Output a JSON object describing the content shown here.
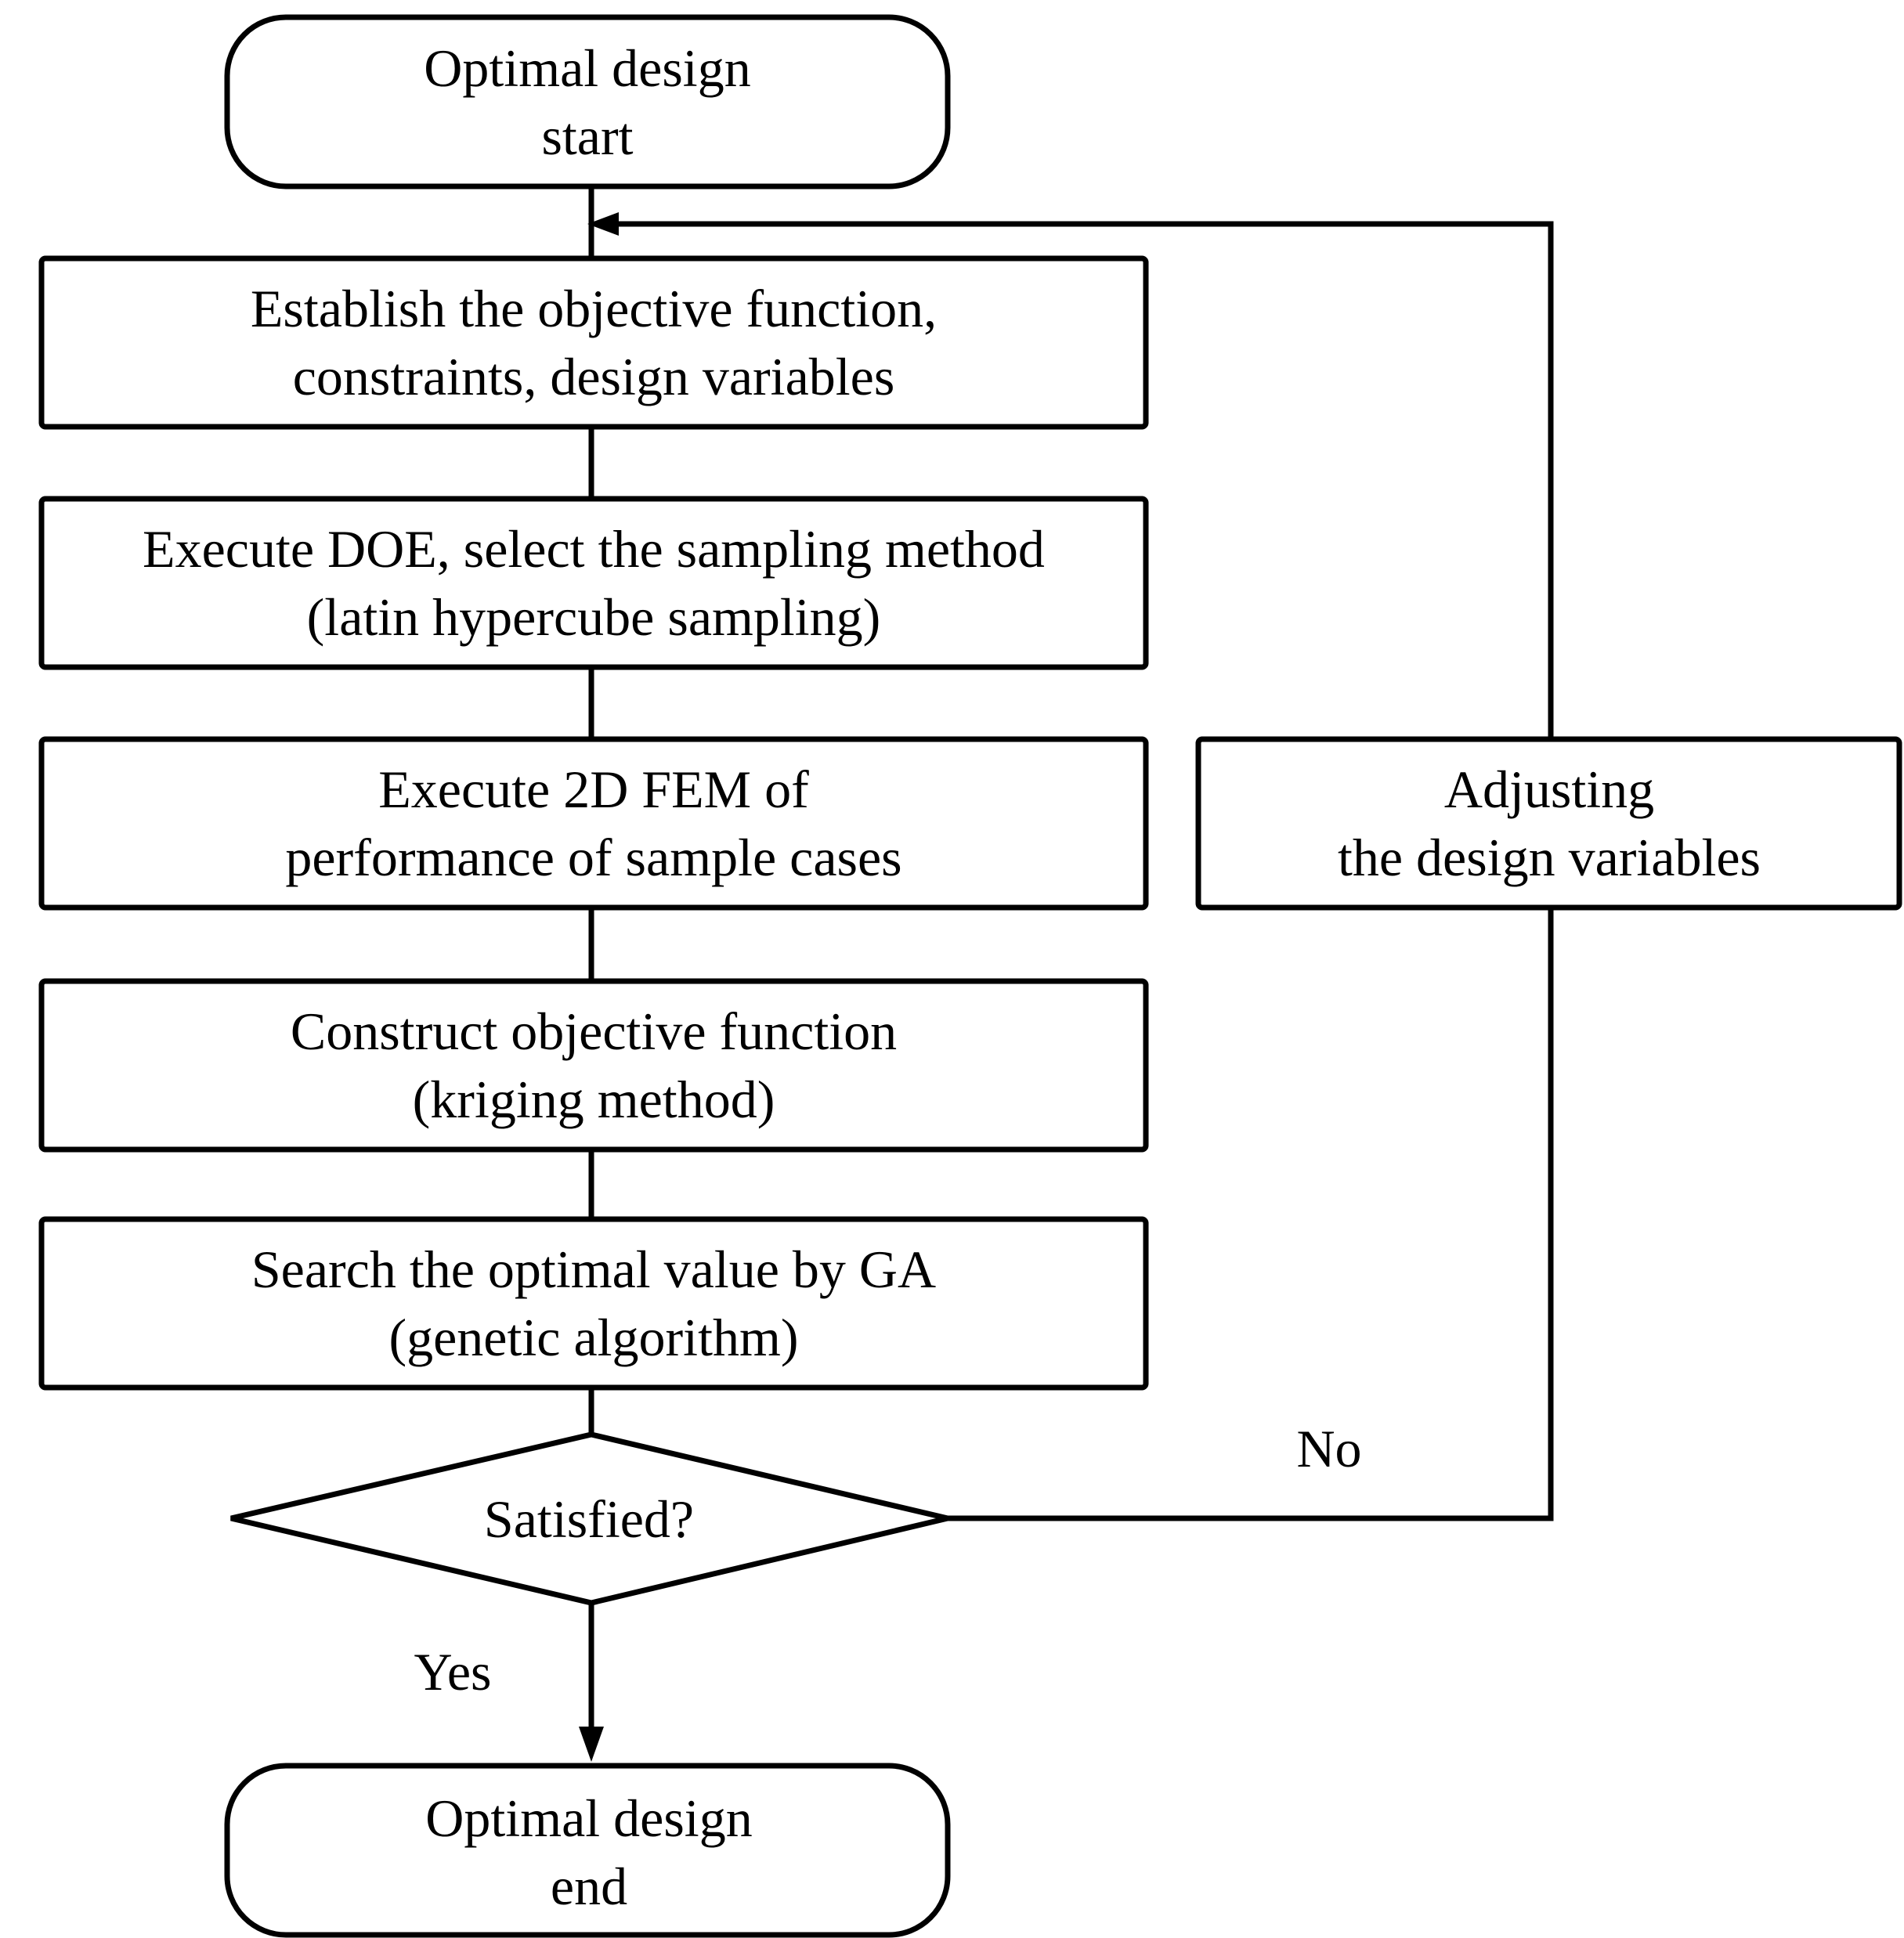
{
  "start": {
    "lines": [
      "Optimal design",
      "start"
    ]
  },
  "steps": [
    {
      "lines": [
        "Establish the objective function,",
        "constraints, design variables"
      ]
    },
    {
      "lines": [
        "Execute DOE, select the sampling method",
        "(latin hypercube sampling)"
      ]
    },
    {
      "lines": [
        "Execute 2D FEM of",
        "performance of sample cases"
      ]
    },
    {
      "lines": [
        "Construct objective function",
        "(kriging method)"
      ]
    },
    {
      "lines": [
        "Search the optimal value by GA",
        "(genetic algorithm)"
      ]
    }
  ],
  "adjust": {
    "lines": [
      "Adjusting",
      "the design variables"
    ]
  },
  "decision": {
    "label": "Satisfied?"
  },
  "branches": {
    "no": "No",
    "yes": "Yes"
  },
  "end": {
    "lines": [
      "Optimal design",
      "end"
    ]
  }
}
